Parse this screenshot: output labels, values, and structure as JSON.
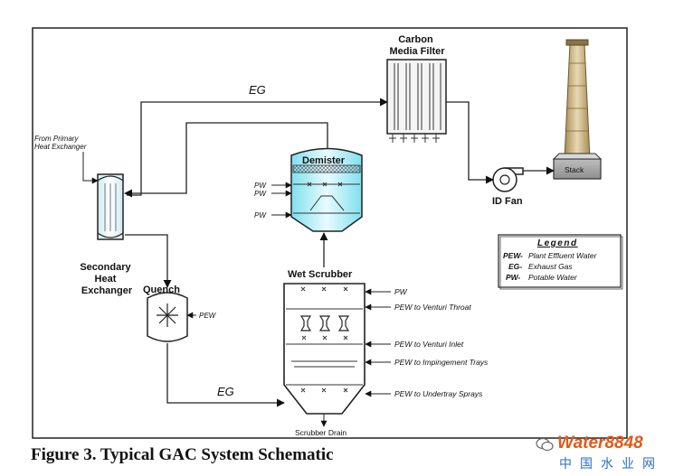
{
  "figure": {
    "caption": "Figure 3. Typical GAC System Schematic"
  },
  "components": {
    "carbon_filter": "Carbon\nMedia Filter",
    "stack": "Stack",
    "id_fan": "ID Fan",
    "demister": "Demister",
    "wet_scrubber": "Wet Scrubber",
    "heat_exchanger": "Secondary\nHeat\nExchanger",
    "quench": "Quench",
    "scrubber_drain": "Scrubber Drain",
    "from_primary": "From Primary\nHeat Exchanger"
  },
  "flows": {
    "eg_top": "EG",
    "eg_bottom": "EG",
    "pw1": "PW",
    "pw2": "PW",
    "pw3": "PW",
    "quench_pew": "PEW"
  },
  "scrubber_inputs": [
    "PW",
    "PEW to Venturi Throat",
    "PEW to Venturi Inlet",
    "PEW to Impingement Trays",
    "PEW to Undertray Sprays"
  ],
  "legend": {
    "title": "Legend",
    "items": [
      {
        "abbr": "PEW-",
        "text": "Plant Effluent Water"
      },
      {
        "abbr": "EG-",
        "text": "Exhaust Gas"
      },
      {
        "abbr": "PW-",
        "text": "Potable Water"
      }
    ]
  },
  "watermark": {
    "brand": "Water8848",
    "sub": "中国水业网"
  }
}
